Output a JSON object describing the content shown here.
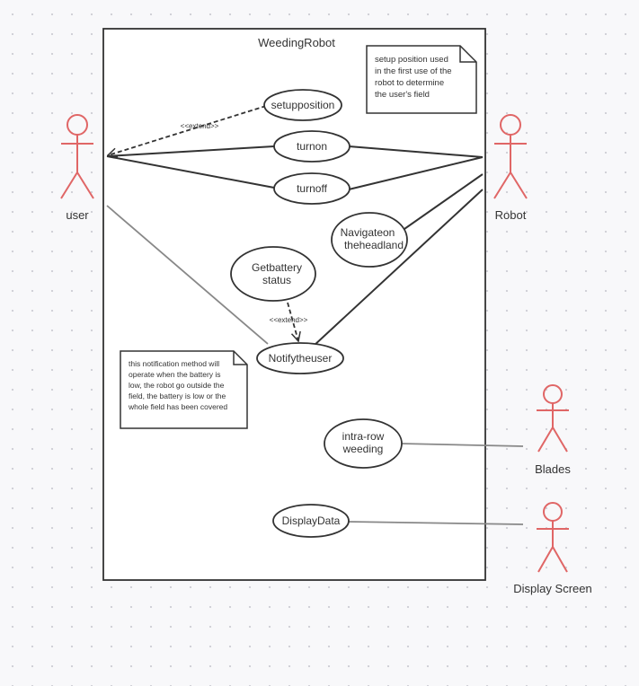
{
  "system": {
    "title": "WeedingRobot"
  },
  "actors": {
    "user": "user",
    "robot": "Robot",
    "blades": "Blades",
    "display_screen": "Display Screen"
  },
  "use_cases": {
    "setup_position": [
      "setupposition"
    ],
    "turn_on": [
      "turnon"
    ],
    "turn_off": [
      "turnoff"
    ],
    "navigate": [
      "Navigateon",
      "theheadland"
    ],
    "battery_status": [
      "Getbattery",
      "status"
    ],
    "notify_user": [
      "Notifytheuser"
    ],
    "intra_row": [
      "intra-row",
      "weeding"
    ],
    "display_data": [
      "DisplayData"
    ]
  },
  "relations": {
    "extend_label": "<<extend>>"
  },
  "notes": {
    "setup_note": [
      "setup position used",
      "in the first use of the",
      "robot to determine",
      "the user's field"
    ],
    "notify_note": [
      "this notification method will",
      "operate when the battery is",
      "low, the robot go outside the",
      "field, the battery is low or the",
      "whole field has been covered"
    ]
  },
  "colors": {
    "actor": "#e06666",
    "line": "#333333",
    "line_light": "#888888",
    "system_border": "#333333"
  }
}
